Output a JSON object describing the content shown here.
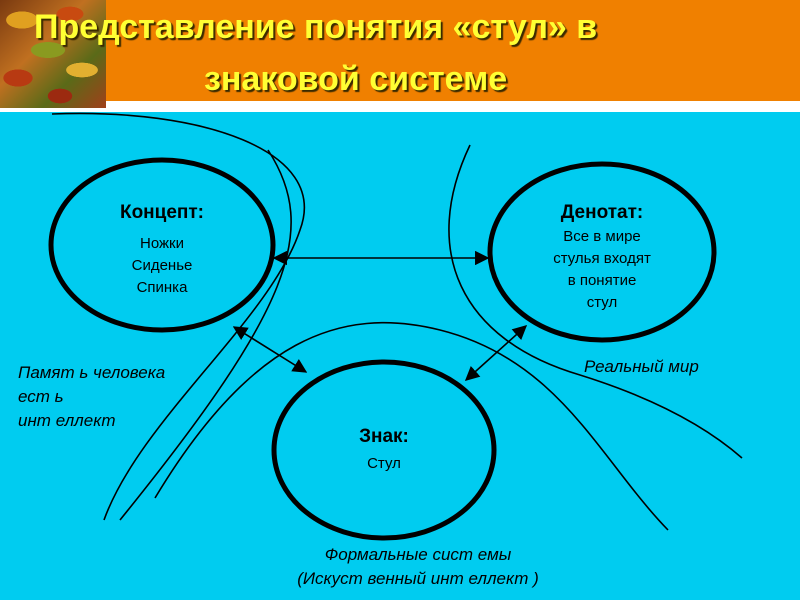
{
  "slide": {
    "title_line1": "Представление понятия «стул» в",
    "title_line2": "знаковой системе"
  },
  "nodes": {
    "concept": {
      "title": "Концепт:",
      "lines": [
        "Ножки",
        "Сиденье",
        "Спинка"
      ]
    },
    "denotat": {
      "title": "Денотат:",
      "lines": [
        "Все в мире",
        "стулья входят",
        "в понятие",
        "стул"
      ]
    },
    "sign": {
      "title": "Знак:",
      "lines": [
        "Стул"
      ]
    }
  },
  "regions": {
    "memory": [
      "Памят ь человека",
      "ест ь",
      "инт еллект"
    ],
    "real": [
      "Реальный мир"
    ],
    "formal": [
      "Формальные сист емы",
      "(Искуст венный инт еллект )"
    ]
  },
  "colors": {
    "orange": "#f08000",
    "title": "#ffff33",
    "panel": "#00ccf0"
  }
}
